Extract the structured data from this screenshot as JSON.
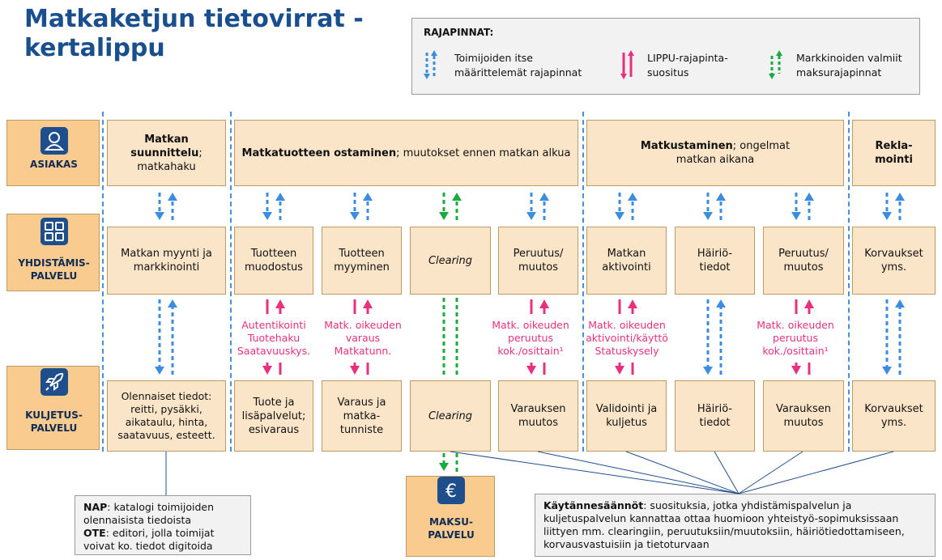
{
  "title": {
    "line1": "Matkaketjun tietovirrat -",
    "line2": "kertalippu"
  },
  "legend": {
    "title": "RAJAPINNAT:",
    "items": [
      {
        "text": "Toimijoiden itse määrittelemät rajapinnat",
        "color": "#3b8de0",
        "icon": "blue-dashed-double-arrow-icon"
      },
      {
        "text": "LIPPU-rajapinta-suositus",
        "color": "#e8307e",
        "icon": "pink-double-arrow-icon"
      },
      {
        "text": "Markkinoiden valmiit maksurajapinnat",
        "color": "#1aab3e",
        "icon": "green-dashed-double-arrow-icon"
      }
    ]
  },
  "actors": {
    "asiakas": "ASIAKAS",
    "yhdistamis": [
      "YHDISTÄMIS-",
      "PALVELU"
    ],
    "kuljetus": [
      "KULJETUS-",
      "PALVELU"
    ],
    "maksu": [
      "MAKSU-",
      "PALVELU"
    ]
  },
  "asiakas_row": {
    "suunnittelu": {
      "bold": "Matkan suunnittelu",
      "rest": "; matkahaku"
    },
    "ostaminen": {
      "bold": "Matkatuotteen ostaminen",
      "rest": "; muutokset ennen matkan alkua"
    },
    "matkustaminen": {
      "bold": "Matkustaminen",
      "rest": "; ongelmat matkan aikana"
    },
    "reklamointi": "Rekla-mointi"
  },
  "yhdistamis_row": [
    "Matkan myynti ja markkinointi",
    "Tuotteen muodostus",
    "Tuotteen myyminen",
    "Clearing",
    "Peruutus/ muutos",
    "Matkan aktivointi",
    "Häiriö-tiedot",
    "Peruutus/ muutos",
    "Korvaukset yms."
  ],
  "kuljetus_row": [
    "Olennaiset tiedot: reitti, pysäkki, aikataulu, hinta, saatavuus, esteett.",
    "Tuote ja lisäpalvelut; esivaraus",
    "Varaus ja matka-tunniste",
    "Clearing",
    "Varauksen muutos",
    "Validointi ja kuljetus",
    "Häiriö-tiedot",
    "Varauksen muutos",
    "Korvaukset yms."
  ],
  "pink_labels": [
    "Autentikointi Tuotehaku Saatavuuskys.",
    "Matk. oikeuden varaus Matkatunn.",
    "Matk. oikeuden peruutus kok./osittain¹",
    "Matk. oikeuden aktivointi/käyttö Statuskysely",
    "Matk. oikeuden peruutus kok./osittain¹"
  ],
  "notes": {
    "nap": {
      "k1": "NAP",
      "t1": ": katalogi toimijoiden olennaisista tiedoista",
      "k2": "OTE",
      "t2": ": editori, jolla toimijat voivat ko. tiedot digitoida"
    },
    "kaytanto": {
      "k": "Käytännesäännöt",
      "t": ": suosituksia, jotka yhdistämispalvelun ja kuljetuspalvelun kannattaa ottaa huomioon yhteistyö-sopimuksissaan liittyen mm. clearingiin, peruutuksiin/muutoksiin, häiriötiedottamiseen, korvausvastuisiin ja tietoturvaan"
    }
  },
  "colors": {
    "blue": "#3b8de0",
    "pink": "#e8307e",
    "green": "#1aab3e",
    "title": "#1a4f8f",
    "box": "#fbe5c8",
    "actor": "#f9cb8f"
  }
}
